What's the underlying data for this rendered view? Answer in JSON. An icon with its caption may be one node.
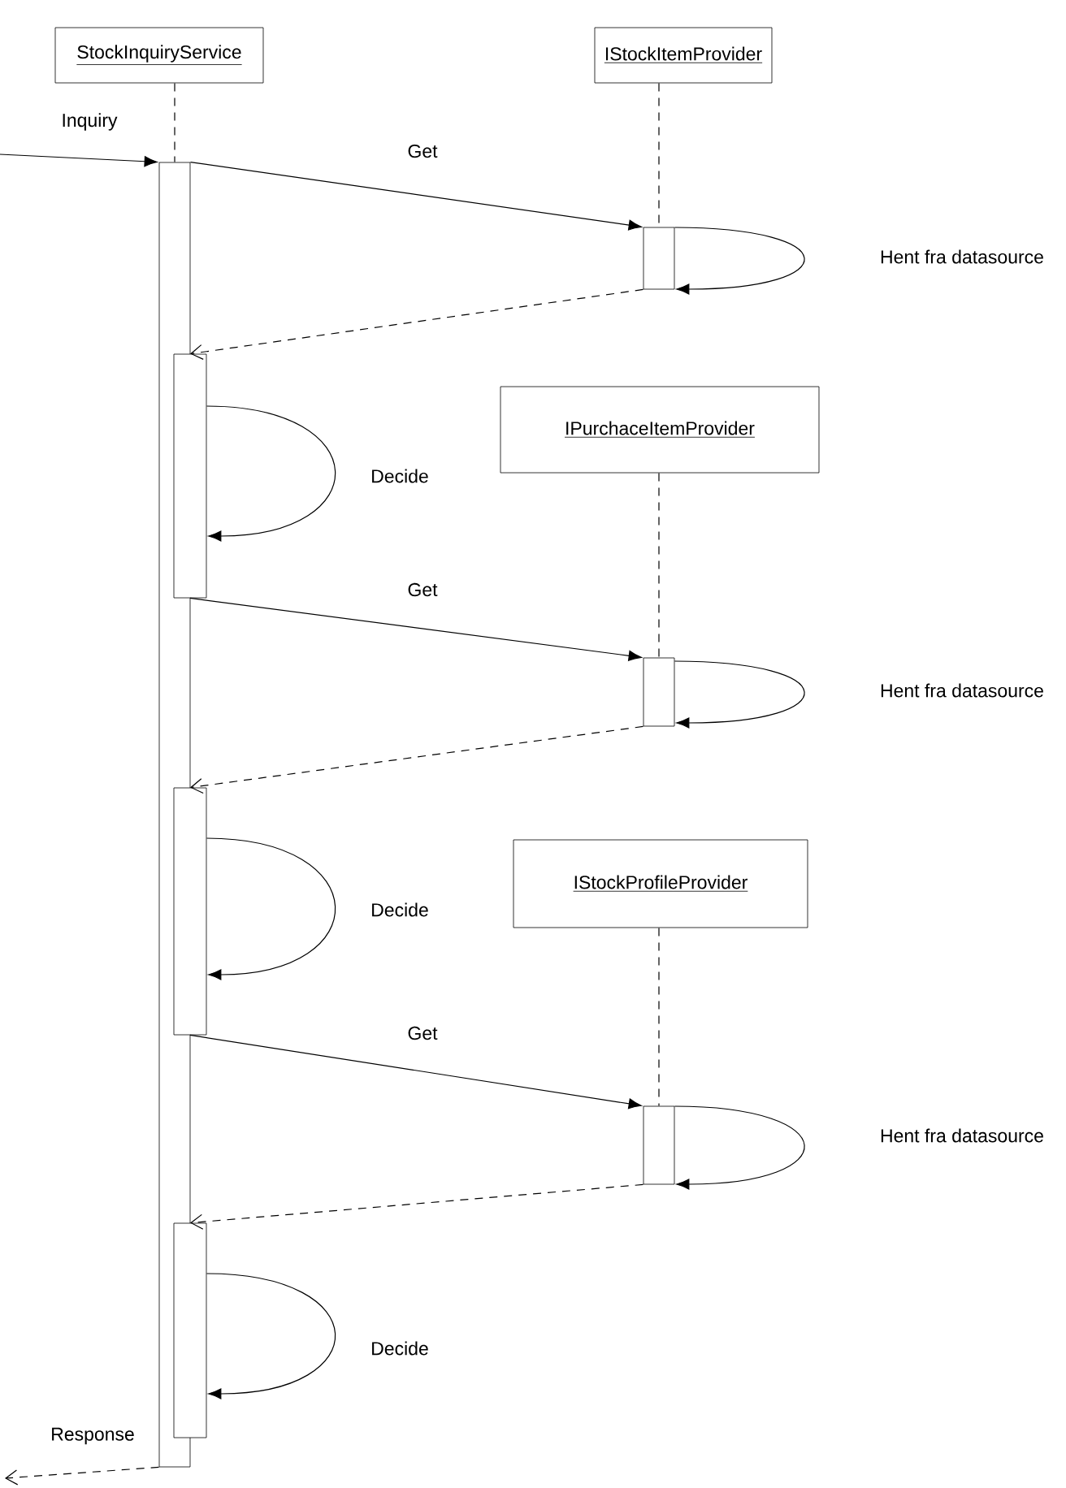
{
  "diagram": {
    "nodes": [
      {
        "text": [
          "StockInquiryService"
        ]
      },
      {
        "text": [
          "IStockItemProvider"
        ]
      },
      {
        "text": [
          "IPurchaceItemProvider"
        ]
      },
      {
        "text": [
          "IStockProfileProvider"
        ]
      },
      {
        "text": [],
        "shape": "bar"
      },
      {
        "text": [],
        "shape": "bar"
      },
      {
        "text": [],
        "shape": "bar"
      },
      {
        "text": [],
        "shape": "bar"
      },
      {
        "text": [],
        "shape": "bar"
      },
      {
        "text": [],
        "shape": "bar"
      },
      {
        "text": [],
        "shape": "bar"
      }
    ],
    "edges": [
      {
        "from": 0,
        "to": 4,
        "arrow": "none",
        "style": "dashed"
      },
      {
        "from": 1,
        "to": 5,
        "arrow": "none",
        "style": "dashed"
      },
      {
        "from": 2,
        "to": 7,
        "arrow": "none",
        "style": "dashed"
      },
      {
        "from": 3,
        "to": 9,
        "arrow": "none",
        "style": "dashed"
      },
      {
        "from": null,
        "to": 4,
        "arrow": "to",
        "label": "Inquiry"
      },
      {
        "from": 4,
        "to": 5,
        "arrow": "to",
        "label": "Get"
      },
      {
        "from": 5,
        "to": 5,
        "arrow": "to",
        "label": "Hent fra datasource"
      },
      {
        "from": 5,
        "to": 6,
        "arrow": "to",
        "style": "dashed"
      },
      {
        "from": 6,
        "to": 6,
        "arrow": "to",
        "label": "Decide"
      },
      {
        "from": 6,
        "to": 7,
        "arrow": "to",
        "label": "Get"
      },
      {
        "from": 7,
        "to": 7,
        "arrow": "to",
        "label": "Hent fra datasource"
      },
      {
        "from": 7,
        "to": 8,
        "arrow": "to",
        "style": "dashed"
      },
      {
        "from": 8,
        "to": 8,
        "arrow": "to",
        "label": "Decide"
      },
      {
        "from": 8,
        "to": 9,
        "arrow": "to",
        "label": "Get"
      },
      {
        "from": 9,
        "to": 9,
        "arrow": "to",
        "label": "Hent fra datasource"
      },
      {
        "from": 9,
        "to": 10,
        "arrow": "to",
        "style": "dashed"
      },
      {
        "from": 10,
        "to": 10,
        "arrow": "to",
        "label": "Decide"
      },
      {
        "from": 4,
        "to": null,
        "arrow": "to",
        "label": "Response",
        "style": "dashed"
      }
    ]
  }
}
